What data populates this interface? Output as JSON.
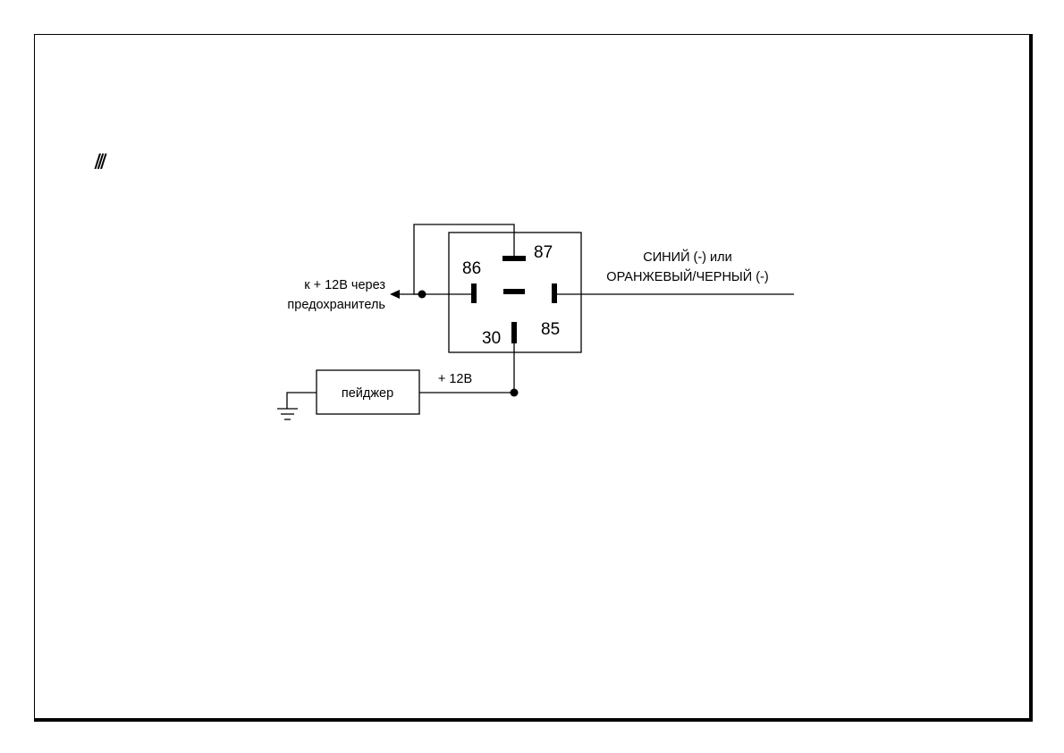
{
  "diagram": {
    "symbol": "⫻",
    "labels": {
      "pin87": "87",
      "pin86": "86",
      "pin30": "30",
      "pin85": "85",
      "left_line1": "к + 12В через",
      "left_line2": "предохранитель",
      "right_line1": "СИНИЙ (-) или",
      "right_line2": "ОРАНЖЕВЫЙ/ЧЕРНЫЙ (-)",
      "pager": "пейджер",
      "plus12": "+ 12В"
    },
    "colors": {
      "stroke": "#000000",
      "background": "#ffffff"
    }
  }
}
